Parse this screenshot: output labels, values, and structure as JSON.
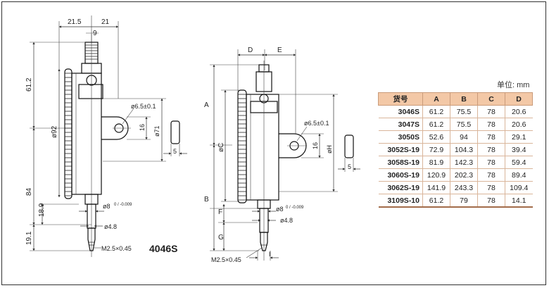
{
  "model_label": "4046S",
  "unit_label": "单位: mm",
  "table": {
    "headers": [
      "货号",
      "A",
      "B",
      "C",
      "D"
    ],
    "rows": [
      [
        "3046S",
        "61.2",
        "75.5",
        "78",
        "20.6"
      ],
      [
        "3047S",
        "61.2",
        "75.5",
        "78",
        "20.6"
      ],
      [
        "3050S",
        "52.6",
        "94",
        "78",
        "29.1"
      ],
      [
        "3052S-19",
        "72.9",
        "104.3",
        "78",
        "39.4"
      ],
      [
        "3058S-19",
        "81.9",
        "142.3",
        "78",
        "59.4"
      ],
      [
        "3060S-19",
        "120.9",
        "202.3",
        "78",
        "89.4"
      ],
      [
        "3062S-19",
        "141.9",
        "243.3",
        "78",
        "109.4"
      ],
      [
        "3109S-10",
        "61.2",
        "79",
        "78",
        "14.1"
      ]
    ]
  },
  "left_drawing": {
    "dims": {
      "top_left": "21.5",
      "top_right": "21",
      "top_small": "9",
      "height_upper": "61.2",
      "height_lower": "84",
      "stem_len": "18.9",
      "tip_len": "19.1",
      "dial_dia": "ø92",
      "lug_hole": "ø6.5±0.1",
      "lug_width": "16",
      "lug_dia": "ø71",
      "side_width": "5",
      "stem_dia": "ø8",
      "stem_tol": "0 / -0.009",
      "spindle_dia": "ø4.8",
      "thread": "M2.5×0.45"
    }
  },
  "right_drawing": {
    "dims": {
      "d": "D",
      "e": "E",
      "a": "A",
      "b": "B",
      "c": "øC",
      "f": "F",
      "g": "G",
      "h": "øH",
      "i": "I",
      "lug_hole": "ø6.5±0.1",
      "lug_width": "16",
      "side_width": "5",
      "stem_dia": "ø8",
      "stem_tol": "0 / -0.009",
      "spindle_dia": "ø4.8",
      "thread": "M2.5×0.45"
    }
  }
}
